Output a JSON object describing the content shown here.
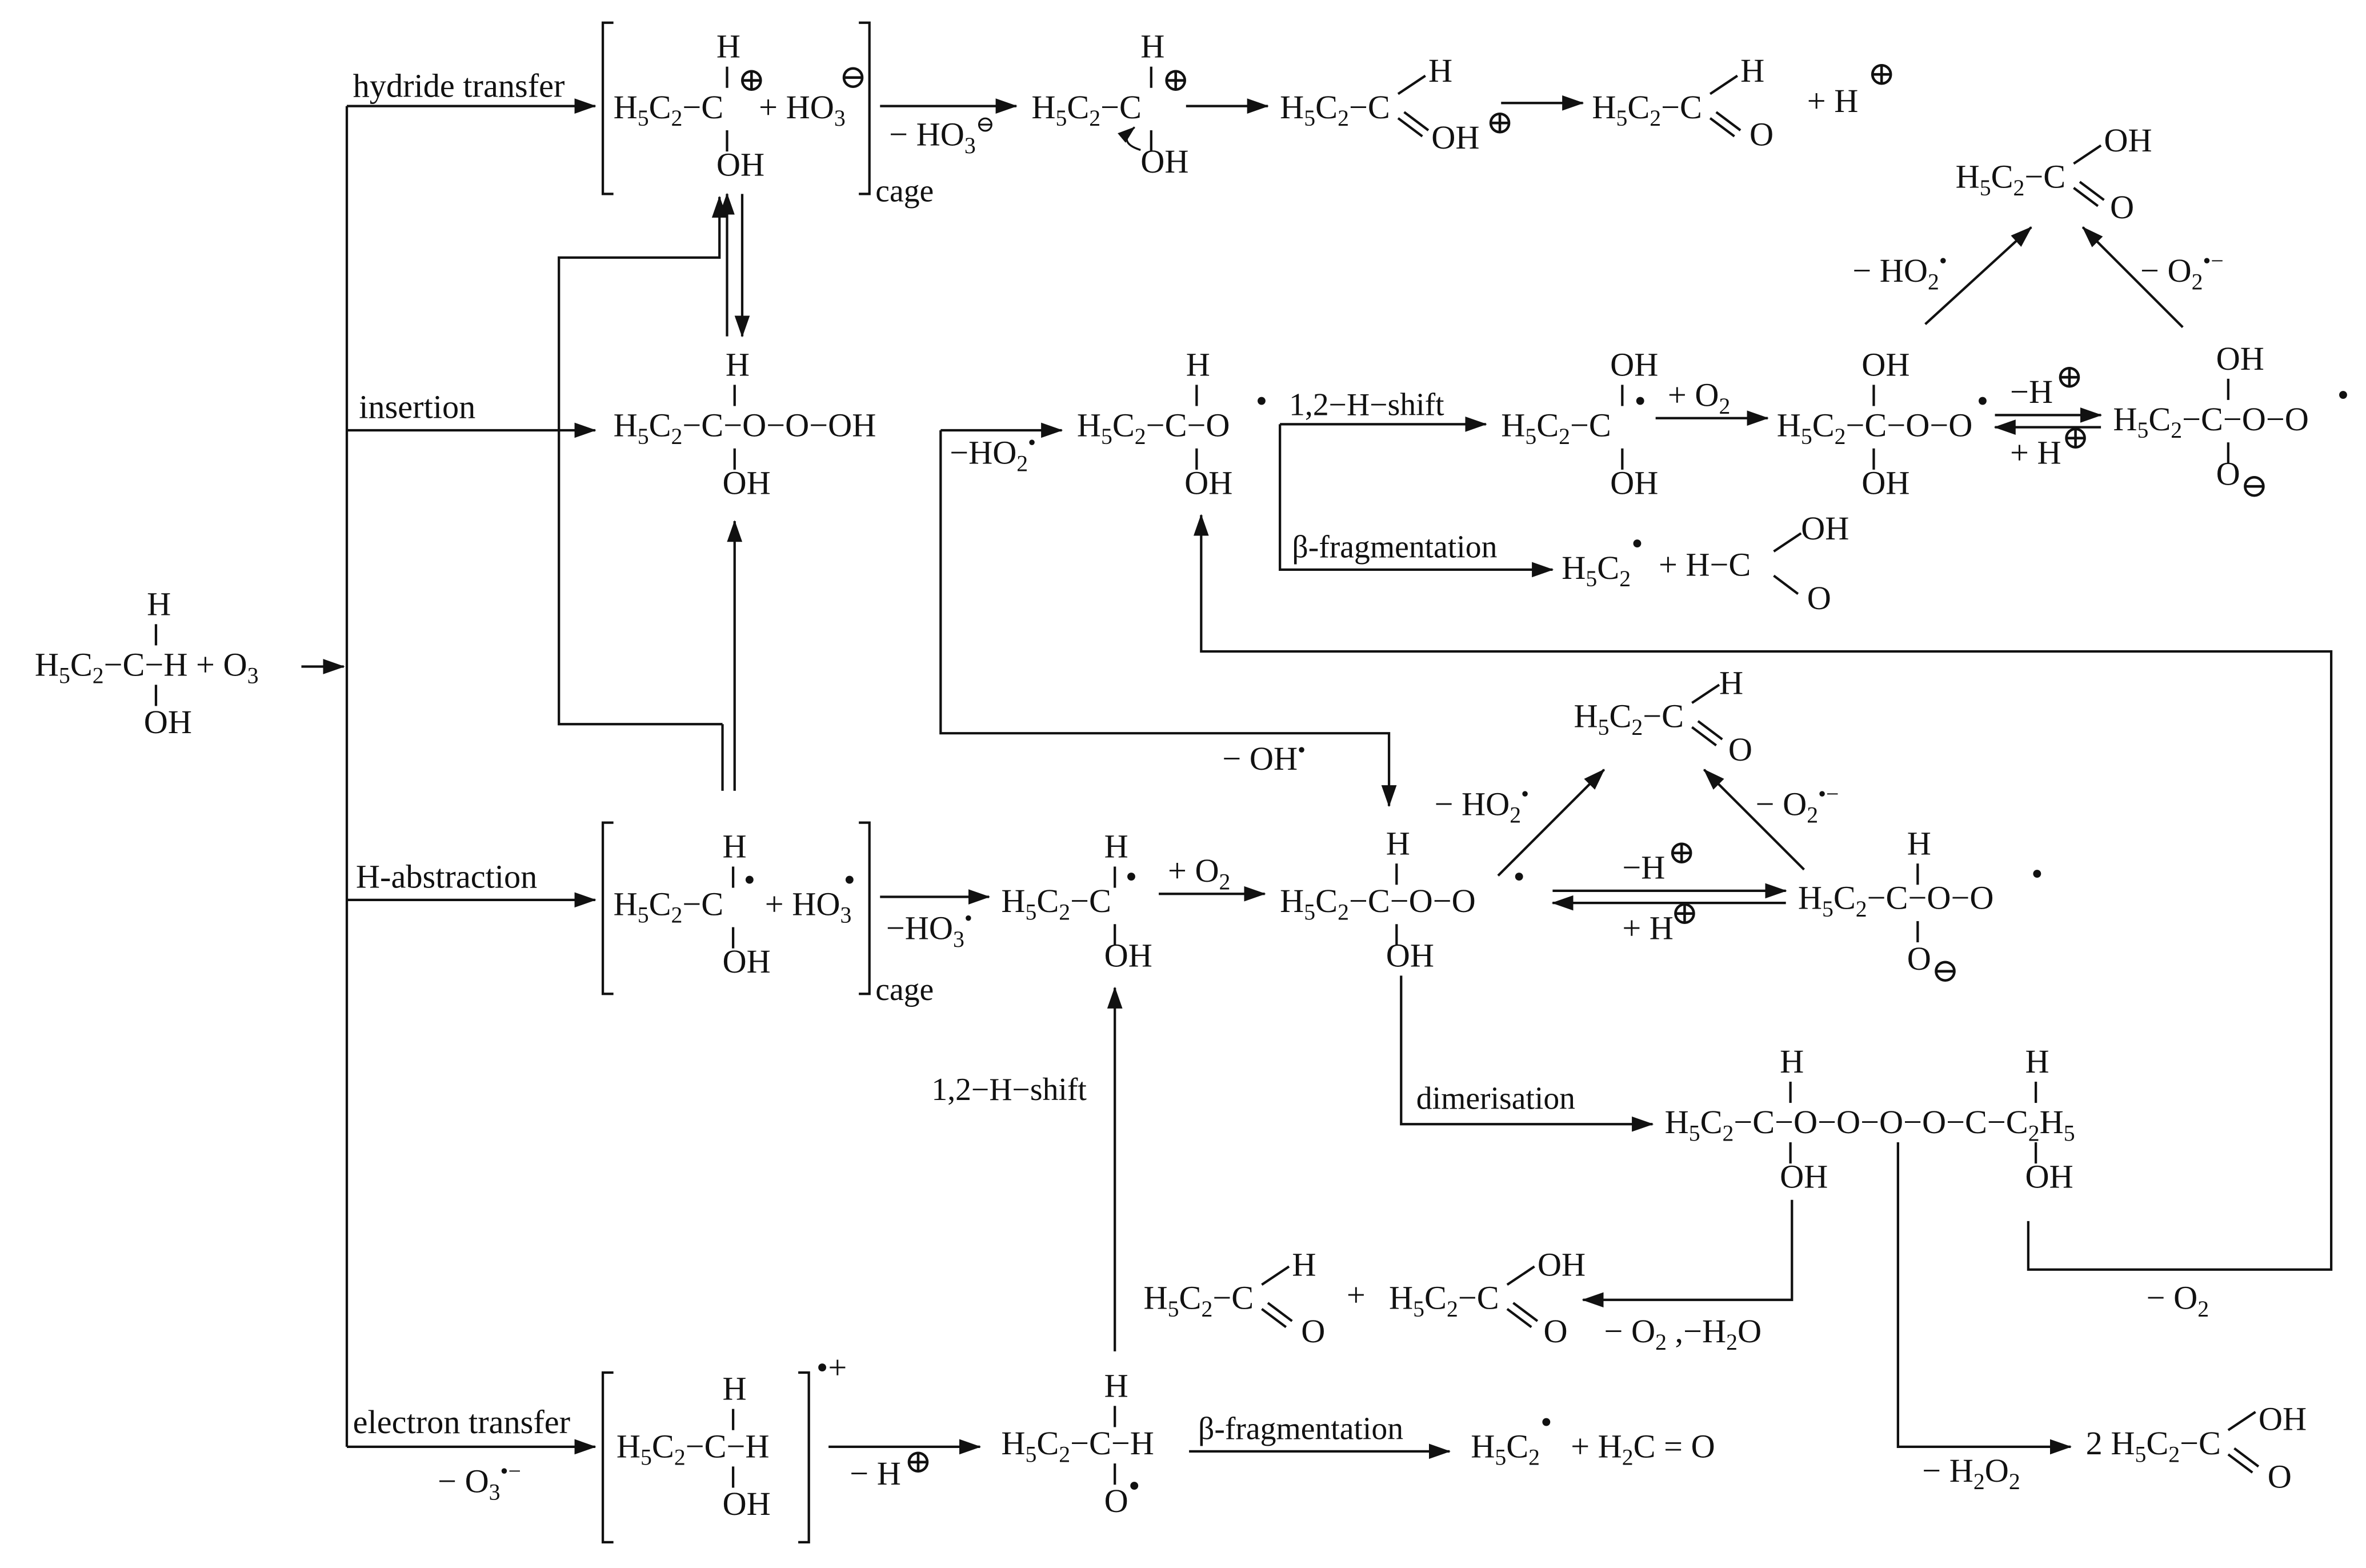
{
  "ink": "#111111",
  "background": "#ffffff",
  "pathways": {
    "hydride_transfer": "hydride transfer",
    "insertion": "insertion",
    "h_abstraction": "H-abstraction",
    "electron_transfer": "electron transfer"
  },
  "conditions": {
    "cage": "cage",
    "minus_ho3_anion": "− HO3⊖",
    "minus_ho3_radical": "−HO3•",
    "minus_ho2_radical": "−HO2•",
    "minus_ho2": "− HO2•",
    "minus_o2_radical_anion": "− O2•−",
    "minus_oh_radical": "− OH•",
    "plus_o2": "+ O2",
    "h12_shift": "1,2−H−shift",
    "beta_fragmentation": "β-fragmentation",
    "dimerisation": "dimerisation",
    "minus_h_plus": "−H⊕",
    "plus_h_plus": "+ H⊕",
    "minus_o2": "− O2",
    "minus_o2_minus_h2o": "− O2 ,−H2O",
    "minus_h2o2": "− H2O2",
    "minus_o3_radical_anion": "− O3•−",
    "radical_cation": "•+"
  },
  "species": {
    "reactants": "H5C2–CH(OH)–H + O3",
    "cage_hydride": "[H5C2–CH(OH)⊕ + HO3⊖]",
    "carbocation": "H5C2–CH⊕(OH)",
    "protonated_aldehyde": "H5C2–CH=OH⊕",
    "acetaldehyde_h_plus": "H5C2–CHO + H⊕",
    "hydrotrioxide": "H5C2–CH(OH)–O–O–OH",
    "alkoxyl_radical": "H5C2–CH(OH)–O•",
    "alpha_hydroxy_radical": "H5C2–C•(OH)2",
    "peroxyl_radical_diol": "H5C2–C(OH)2–O–O•",
    "peroxyl_anion_diol": "H5C2–C(OH)(O⊖)–O–O•",
    "propanoic_acid_top": "H5C2–C(=O)OH",
    "frag_products": "H5C2• + H–C(=O)OH",
    "cage_abstraction": "[H5C2–C•H(OH) + HO3•]",
    "ketyl_radical": "H5C2–C•H(OH)",
    "peroxyl_radical": "H5C2–CH(OH)–O–O•",
    "peroxyl_anion": "H5C2–CH(O⊖)–O–O•",
    "acetaldehyde_mid": "H5C2–CHO",
    "tetroxide": "H5C2–CH(OH)–O–O–O–O–CH(OH)–C2H5",
    "aldehyde_acid_pair": "H5C2–CHO + H5C2–COOH",
    "radical_cation": "[H5C2–CH2(OH)]•+",
    "alkoxyl_bottom": "H5C2–CH2–O•",
    "et_frag_products": "H5C2• + H2C = O",
    "two_acid": "2 H5C2–COOH"
  }
}
